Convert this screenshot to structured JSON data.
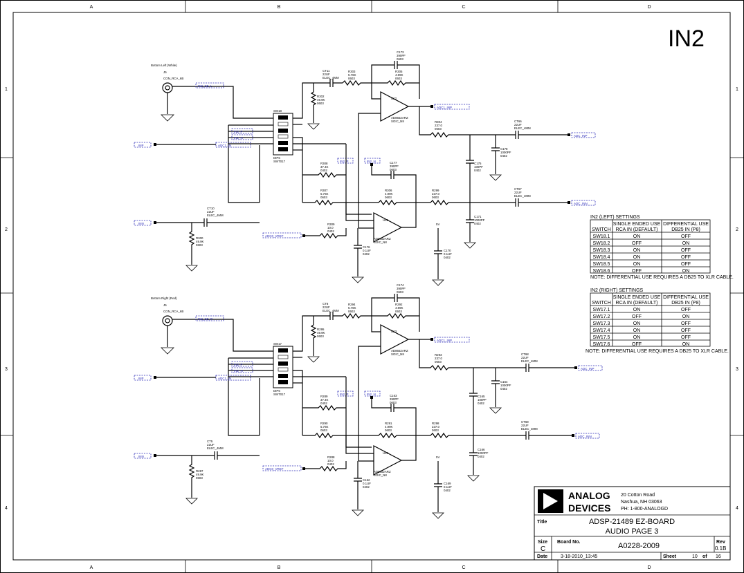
{
  "sheet": {
    "cols": [
      "A",
      "B",
      "C",
      "D"
    ],
    "rows": [
      "1",
      "2",
      "3",
      "4"
    ],
    "page_label": "IN2"
  },
  "left_channel": {
    "jack_title": "Bottom Left (White)",
    "jack_ref": "J5",
    "jack_part": "CON_RCA_6B",
    "jack_net": "IN2_SE_L",
    "switch_ref": "SW18",
    "switch_part": "DIP6",
    "switch_part2": "SWT017",
    "side_nets": [
      "IN2_P",
      "IN2_N",
      "ADC1_IN"
    ],
    "in_p_net": "INP",
    "in_n_net": "INN",
    "vref_net": "ADC0_VREF",
    "out_p_net": "ADC_INP",
    "out_n_net": "ADC_INN",
    "opamp1_net": "ADC1_INP",
    "opamp_ref": "U22",
    "opamp_part": "AD8652ARZ",
    "opamp_pkg": "SOIC_N8",
    "tp_p": "IN2_P",
    "tp_n": "IN2_N",
    "r_in_n": "R309",
    "r_in_n_val": "10.0",
    "c_in": "CT11",
    "c_in_n": "CT10",
    "c_in_val": "22UF",
    "c_in_pkg": "ELEC_4MM",
    "r_gain1": "R303",
    "r_gain1_val": "5.76K",
    "r_fb1": "R305",
    "r_fb1_val": "4.99K",
    "c_fb1": "C173",
    "c_fb1_val": "390PF",
    "r_bias1": "R302",
    "r_bias1_val": "49.9K",
    "r_bias2": "R300",
    "r_bias2_val": "49.9K",
    "r_mid": "R308",
    "r_mid_val": "37.4K",
    "c_mid": "C177",
    "c_mid_val": "390PF",
    "r_gain2": "R307",
    "r_gain2_val": "5.76K",
    "r_fb2": "R306",
    "r_fb2_val": "4.99K",
    "r_out1": "R304",
    "r_out1_val": "237.0",
    "r_out2": "R299",
    "r_out2_val": "237.0",
    "c_outa": "CT66",
    "c_outb": "CT67",
    "c_shunt1": "C178",
    "c_shunt1_val": "1000PF",
    "c_shunt2": "C175",
    "c_shunt2_val": "100PF",
    "c_shunt3": "C171",
    "c_shunt3_val": "1000PF",
    "c_byp": "C176",
    "c_byp_val": "0.1UF",
    "c_5v": "C170",
    "c_5v_val": "0.1UF",
    "pkg_0603": "0603",
    "pkg_0402": "0402",
    "five_v": "5V"
  },
  "right_channel": {
    "jack_title": "Bottom Right (Red)",
    "jack_ref": "J5",
    "jack_part": "CON_RCA_6B",
    "jack_net": "IN2_SE_R",
    "switch_ref": "SW17",
    "switch_part": "DIP6",
    "switch_part2": "SWT017",
    "side_nets": [
      "IN2_P",
      "IN2_N",
      "ADC1_IN"
    ],
    "in_p_net": "INP",
    "in_n_net": "INN",
    "vref_net": "ADC0_VREF",
    "out_p_net": "ADC_INP",
    "out_n_net": "ADC_INN",
    "opamp1_net": "ADC1_INP",
    "opamp_ref": "U23",
    "opamp_part": "AD8652ARZ",
    "opamp_pkg": "SOIC_N8",
    "tp_p": "IN2_P",
    "tp_n": "IN2_N",
    "r_in_n": "R288",
    "r_in_n_val": "10.0",
    "c_in": "CT8",
    "c_in_n": "CT5",
    "c_in_val": "22UF",
    "c_in_pkg": "ELEC_4MM",
    "r_gain1": "R294",
    "r_gain1_val": "5.76K",
    "r_fb1": "R292",
    "r_fb1_val": "4.99K",
    "c_fb1": "C174",
    "c_fb1_val": "390PF",
    "r_bias1": "R295",
    "r_bias1_val": "49.9K",
    "r_bias2": "R287",
    "r_bias2_val": "49.9K",
    "r_mid": "R289",
    "r_mid_val": "37.4K",
    "c_mid": "C163",
    "c_mid_val": "390PF",
    "r_gain2": "R290",
    "r_gain2_val": "5.76K",
    "r_fb2": "R291",
    "r_fb2_val": "4.99K",
    "r_out1": "R293",
    "r_out1_val": "237.0",
    "r_out2": "R298",
    "r_out2_val": "237.0",
    "c_outa": "CT68",
    "c_outb": "CT69",
    "c_shunt1": "C162",
    "c_shunt1_val": "0.1UF",
    "c_shunt2": "C165",
    "c_shunt2_val": "100PF",
    "c_shunt3": "C166",
    "c_shunt3_val": "1000PF",
    "c_byp": "C164",
    "c_byp_val": "1000PF",
    "c_5v": "C169",
    "c_5v_val": "0.1UF",
    "pkg_0603": "0603",
    "pkg_0402": "0402",
    "five_v": "5V"
  },
  "left_table": {
    "title": "IN2 (LEFT) SETTINGS",
    "h_switch": "SWITCH",
    "h_se1": "SINGLE ENDED USE",
    "h_se2": "RCA IN (DEFAULT)",
    "h_diff1": "DIFFERENTIAL  USE",
    "h_diff2": "DB25 IN (P8)",
    "rows": [
      [
        "SW18.1",
        "ON",
        "OFF"
      ],
      [
        "SW18.2",
        "OFF",
        "ON"
      ],
      [
        "SW18.3",
        "ON",
        "OFF"
      ],
      [
        "SW18.4",
        "ON",
        "OFF"
      ],
      [
        "SW18.5",
        "ON",
        "OFF"
      ],
      [
        "SW18.6",
        "OFF",
        "ON"
      ]
    ],
    "note": "NOTE: DIFFERENTIAL USE REQUIRES A DB25 TO XLR CABLE."
  },
  "right_table": {
    "title": "IN2 (RIGHT) SETTINGS",
    "h_switch": "SWITCH",
    "h_se1": "SINGLE ENDED USE",
    "h_se2": "RCA IN (DEFAULT)",
    "h_diff1": "DIFFERENTIAL  USE",
    "h_diff2": "DB25 IN (P8)",
    "rows": [
      [
        "SW17.1",
        "ON",
        "OFF"
      ],
      [
        "SW17.2",
        "OFF",
        "ON"
      ],
      [
        "SW17.3",
        "ON",
        "OFF"
      ],
      [
        "SW17.4",
        "ON",
        "OFF"
      ],
      [
        "SW17.5",
        "ON",
        "OFF"
      ],
      [
        "SW17.6",
        "OFF",
        "ON"
      ]
    ],
    "note": "NOTE: DIFFERENTIAL USE REQUIRES A DB25 TO XLR CABLE."
  },
  "title_block": {
    "company_line1": "ANALOG",
    "company_line2": "DEVICES",
    "address1": "20 Cotton Road",
    "address2": "Nashua, NH 03063",
    "phone": "PH: 1-800-ANALOGD",
    "title_label": "Title",
    "title_line1": "ADSP-21489 EZ-BOARD",
    "title_line2": "AUDIO PAGE 3",
    "size_label": "Size",
    "size_value": "C",
    "board_label": "Board No.",
    "board_value": "A0228-2009",
    "rev_label": "Rev",
    "rev_value": "0.1B",
    "date_label": "Date",
    "date_value": "3-18-2010_13:45",
    "sheet_label": "Sheet",
    "sheet_num": "10",
    "of_label": "of",
    "sheet_total": "16"
  }
}
